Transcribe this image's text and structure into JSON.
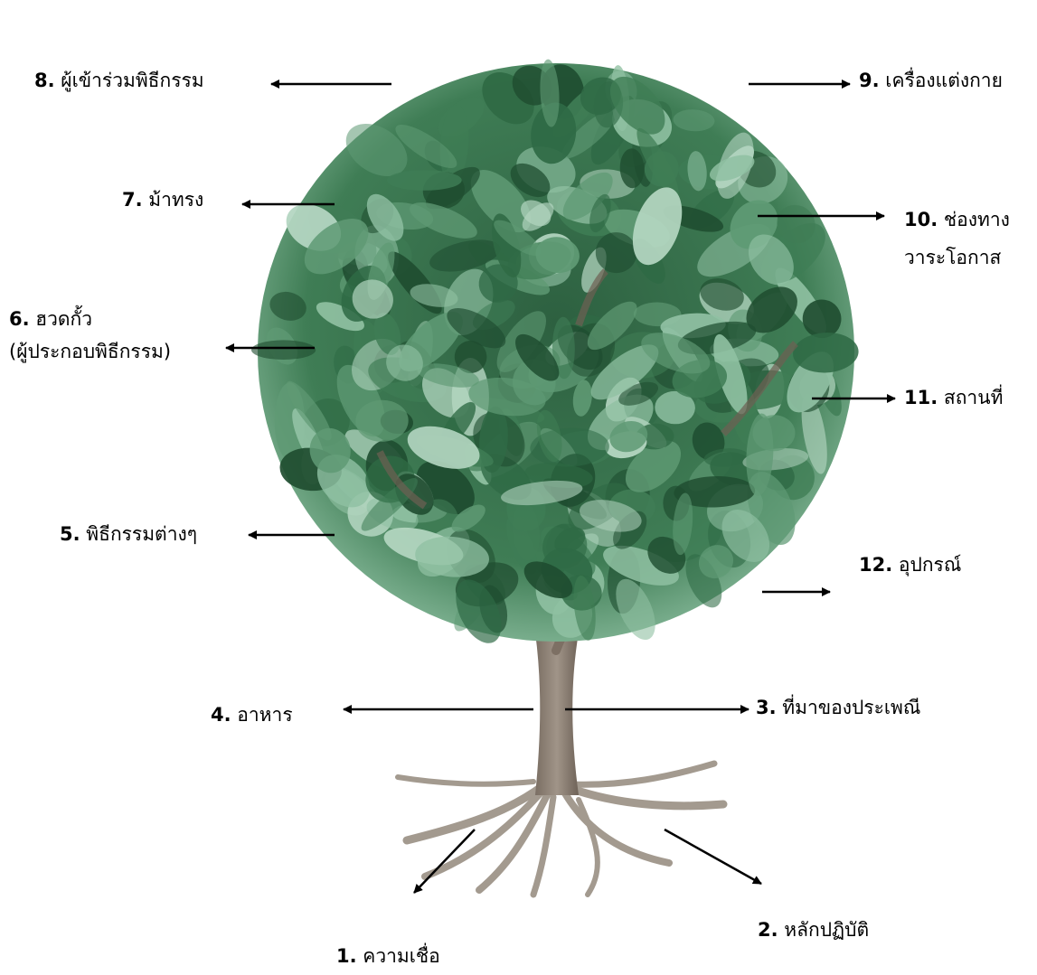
{
  "labels": [
    {
      "id": "belief",
      "num": "1.",
      "text": "ความเชื่อ"
    },
    {
      "id": "practice",
      "num": "2.",
      "text": "หลักปฏิบัติ"
    },
    {
      "id": "origin",
      "num": "3.",
      "text": "ที่มาของประเพณี"
    },
    {
      "id": "food",
      "num": "4.",
      "text": "อาหาร"
    },
    {
      "id": "rituals",
      "num": "5.",
      "text": "พิธีกรรมต่างๆ"
    },
    {
      "id": "officiant",
      "num": "6.",
      "text": "ฮวดกั้ว",
      "text2": "(ผู้ประกอบพิธีกรรม)"
    },
    {
      "id": "medium",
      "num": "7.",
      "text": "ม้าทรง"
    },
    {
      "id": "participants",
      "num": "8.",
      "text": "ผู้เข้าร่วมพิธีกรรม"
    },
    {
      "id": "costume",
      "num": "9.",
      "text": "เครื่องแต่งกาย"
    },
    {
      "id": "timing",
      "num": "10.",
      "text": "ช่องทาง",
      "text2": "วาระโอกาส"
    },
    {
      "id": "place",
      "num": "11.",
      "text": "สถานที่"
    },
    {
      "id": "equipment",
      "num": "12.",
      "text": "อุปกรณ์"
    }
  ],
  "colors": {
    "leaf_dark": "#1f4d30",
    "leaf_mid": "#3f7d55",
    "leaf_light": "#8fc0a2",
    "trunk": "#8a7d70",
    "root": "#a39a8f",
    "arrow": "#000000"
  }
}
